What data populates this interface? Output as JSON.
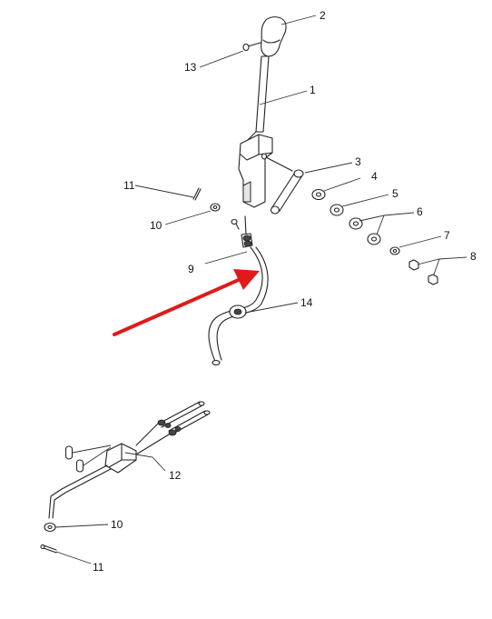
{
  "colors": {
    "line": "#222222",
    "arrow": "#e01a1a",
    "background": "#ffffff"
  },
  "callouts": {
    "c1": "1",
    "c2": "2",
    "c3": "3",
    "c4": "4",
    "c5": "5",
    "c6": "6",
    "c7": "7",
    "c8": "8",
    "c9": "9",
    "c10_top": "10",
    "c11_top": "11",
    "c12": "12",
    "c13": "13",
    "c14": "14",
    "c10_bottom": "10",
    "c11_bottom": "11"
  }
}
